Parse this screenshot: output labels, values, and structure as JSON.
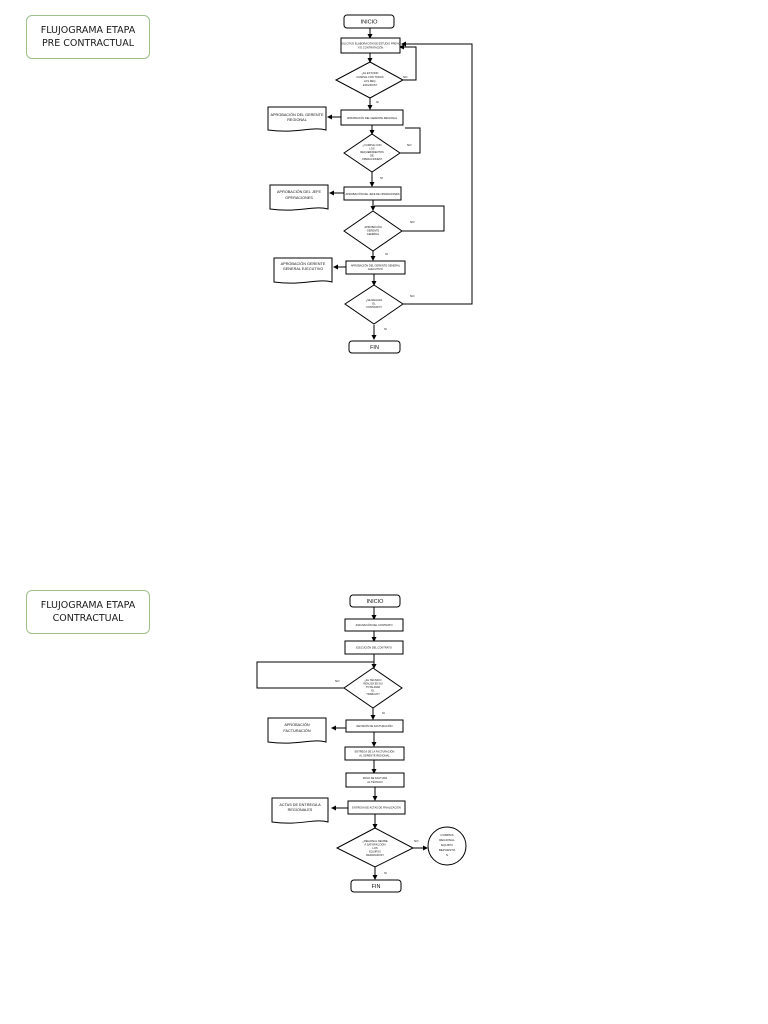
{
  "titles": {
    "pre": [
      "FLUJOGRAMA ETAPA",
      "PRE CONTRACTUAL"
    ],
    "contractual": [
      "FLUJOGRAMA ETAPA",
      "CONTRACTUAL"
    ]
  },
  "flow1": {
    "start": "INICIO",
    "end": "FIN",
    "p1": [
      "SOLICITUD ELABORACIÓN DE ESTUDIO PREVIO",
      "Y/O CONTRATACIÓN"
    ],
    "d1": [
      "¿EL ESTUDIO",
      "CUMPLE CON TODOS",
      "LOS REQ.",
      "EXIGIDOS?"
    ],
    "p2": [
      "APROBACIÓN DEL GERENTE REGIONAL"
    ],
    "doc1": [
      "APROBACIÓN DEL GERENTE",
      "REGIONAL"
    ],
    "d2": [
      "¿CUMPLE CON",
      "LOS",
      "REQUERIMIENTOS",
      "DE",
      "OPERACIONES?"
    ],
    "p3": [
      "APROBACIÓN DEL JEFE DE OPERACIONES"
    ],
    "doc2": [
      "APROBACIÓN DEL JEFE",
      "OPERACIONES"
    ],
    "d3": [
      "APROBACIÓN",
      "GERENTE",
      "GENERAL"
    ],
    "p4": [
      "APROBACIÓN DEL GERENTE GENERAL",
      "EJECUTIVO"
    ],
    "doc3": [
      "APROBACIÓN GERENTE",
      "GENERAL EJECUTIVO"
    ],
    "d4": [
      "¿SE REALIZA",
      "EL",
      "CONTRATO?"
    ],
    "no": "NO",
    "si": "SI"
  },
  "flow2": {
    "start": "INICIO",
    "end": "FIN",
    "p1": [
      "ASIGNACIÓN DEL CONTRATO"
    ],
    "p2": [
      "EJECUCIÓN DEL CONTRATO"
    ],
    "d1": [
      "¿EL TÉCNICO",
      "REALIZA EN SU",
      "TOTALIDAD",
      "EL",
      "TRABAJO?"
    ],
    "p3": [
      "REVISIÓN DE FACTURACIÓN"
    ],
    "doc1": [
      "APROBACIÓN",
      "FACTURACIÓN"
    ],
    "p4": [
      "ENTREGA DE LA FACTURACIÓN",
      "AL GERENTE REGIONAL"
    ],
    "p5": [
      "PAGO DE FACTURA",
      "AL TÉCNICO"
    ],
    "p6": [
      "ENTREGA DE ACTAS DE FINALIZACIÓN"
    ],
    "doc2": [
      "ACTAS DE ENTREGA A",
      "REGIONALES"
    ],
    "d2": [
      "¿REGIONAL RECIBE",
      "A SATISFACCIÓN",
      "LOS",
      "EQUIPOS",
      "REPARADOS?"
    ],
    "circle": [
      "COMPRA",
      "REGIONAL",
      "EQUIPO",
      "REPUESTO",
      "S"
    ],
    "no": "NO",
    "si": "SI"
  },
  "colors": {
    "title_border": "#9fc08a",
    "line": "#000000"
  }
}
